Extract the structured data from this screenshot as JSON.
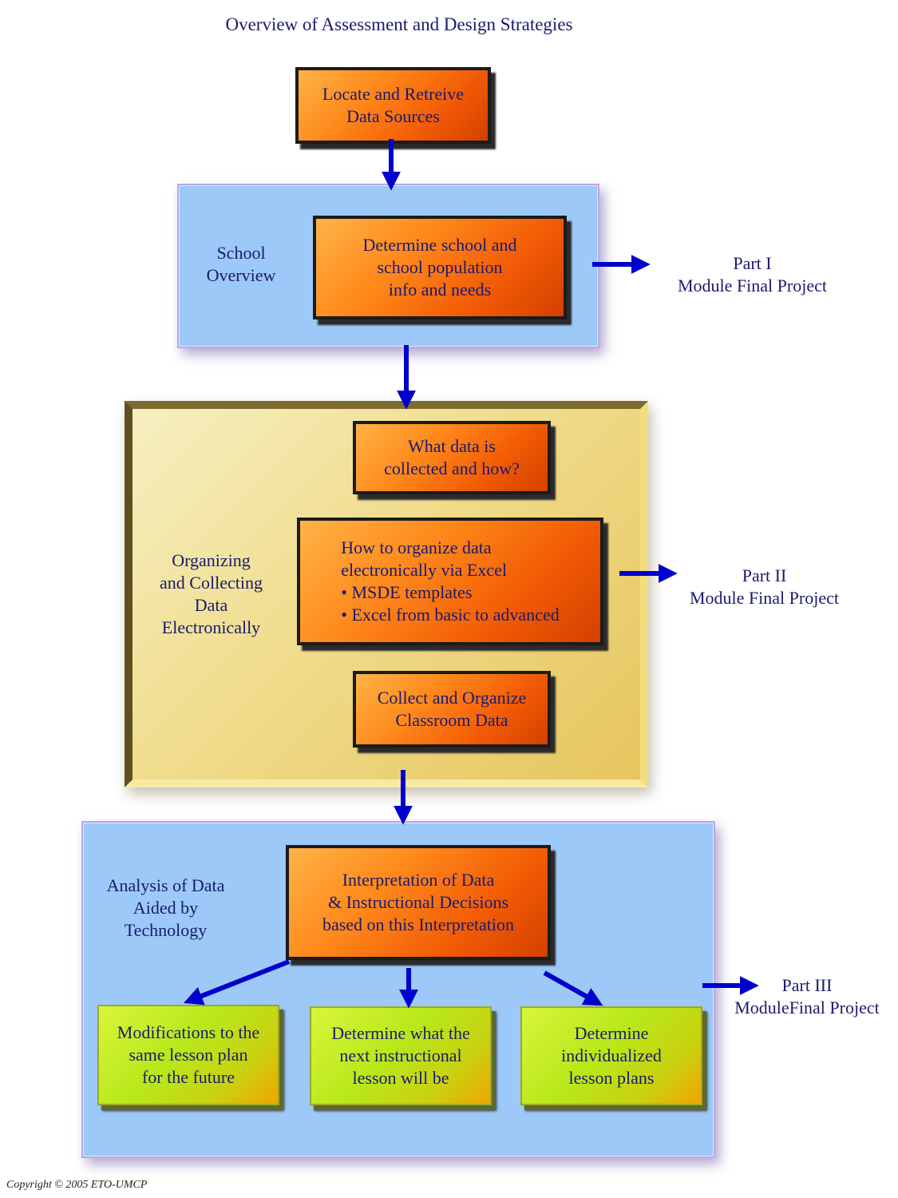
{
  "title": "Overview of Assessment and Design Strategies",
  "colors": {
    "arrow": "#0000cc",
    "text": "#1a1a6e",
    "blue_panel": "#9cc9f7",
    "gold_panel": "#f0dc8c",
    "orange_box": "#f25c05",
    "green_box": "#b8e81a"
  },
  "top_box": {
    "text": "Locate and Retreive\nData Sources"
  },
  "section1": {
    "label": "School\nOverview",
    "box": "Determine school and\nschool population\ninfo and needs",
    "part": "Part I\nModule Final Project"
  },
  "section2": {
    "label": "Organizing\nand Collecting\nData\nElectronically",
    "box1": "What data is\ncollected and how?",
    "box2": "How to organize data\n    electronically via Excel\n• MSDE templates\n• Excel from basic to advanced",
    "box3": "Collect and Organize\nClassroom Data",
    "part": "Part II\nModule Final Project"
  },
  "section3": {
    "label": "Analysis of Data\nAided by\nTechnology",
    "box": "Interpretation of Data\n& Instructional Decisions\nbased on this Interpretation",
    "outcomes": [
      "Modifications to the\nsame lesson plan\nfor the future",
      "Determine what the\nnext instructional\nlesson will be",
      "Determine\nindividualized\nlesson plans"
    ],
    "part": "Part III\nModuleFinal Project"
  },
  "copyright": "Copyright © 2005 ETO-UMCP"
}
